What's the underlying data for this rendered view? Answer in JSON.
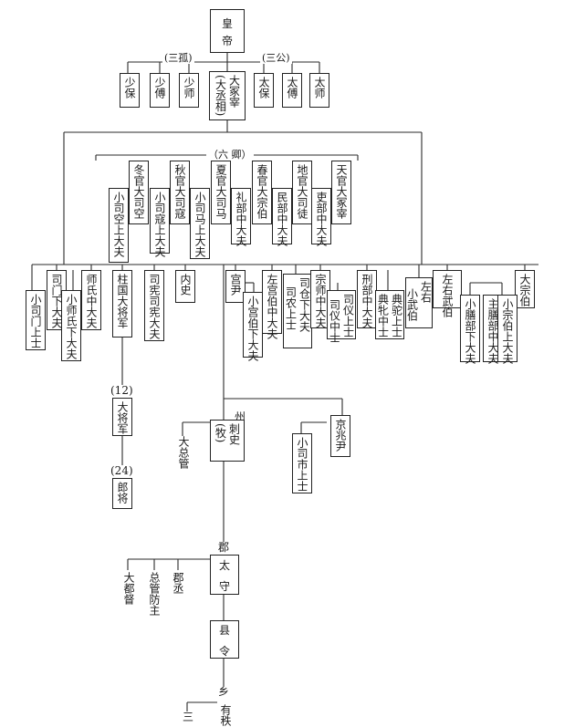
{
  "top": {
    "emperor": [
      "皇",
      "帝"
    ],
    "sangu_label": "(三孤)",
    "sangong_label": "(三公)",
    "shaobao": "少保",
    "shaofu": "少傅",
    "shaoshi": "少师",
    "dazhongzai": [
      "大冢宰",
      "(大丞相)"
    ],
    "taibao": "太保",
    "taifu": "太傅",
    "taishi": "太师"
  },
  "liuqing": {
    "label": "（六 卿）",
    "dongguan": [
      "冬官大司空"
    ],
    "qiuguan": [
      "秋官大司寇"
    ],
    "xiaguan": [
      "夏官大司马"
    ],
    "chunguan": [
      "春官大宗伯"
    ],
    "diguan": [
      "地官大司徒"
    ],
    "tianguan": [
      "天官大冢宰"
    ],
    "xiaosikong": [
      "小司空上大夫"
    ],
    "xiaosikou": [
      "小司寇上大夫"
    ],
    "xiaosima": [
      "小司马上大夫"
    ],
    "libu": [
      "礼部中大夫"
    ],
    "minbu": [
      "民部中大夫"
    ],
    "libu2": [
      "吏部中大夫"
    ]
  },
  "row3": {
    "simen": [
      "司门下大夫"
    ],
    "xiaosimen": [
      "小司门上士"
    ],
    "shishi": [
      "师氏中大夫"
    ],
    "xiaoshishi": [
      "小师氏下大夫"
    ],
    "zhuguo": [
      "柱国大将军"
    ],
    "sixian": [
      "司宪司宪大夫"
    ],
    "neishi": [
      "内史"
    ],
    "gongyin": [
      "宫尹"
    ],
    "xiaogongbo": [
      "小宫伯下大夫"
    ],
    "zuogongbo": [
      "左宫伯中大夫"
    ],
    "sicang": [
      "司仓下大夫",
      "司农上士"
    ],
    "zongshi": [
      "宗师中大夫"
    ],
    "siyi": [
      "司仪上士",
      "司仪中士"
    ],
    "xingbu": [
      "刑部中大夫"
    ],
    "dianmu": [
      "典驼上士",
      "典牝中士"
    ],
    "zuoyou_xiaowubo": [
      "左右",
      "小武伯"
    ],
    "zuoyou_wubo": [
      "左右武伯"
    ],
    "xiaoshan": [
      "小膳部下大夫"
    ],
    "zhushan": [
      "主膳部中大夫"
    ],
    "dazongbo": [
      "大宗伯"
    ],
    "xiaozongbo": [
      "小宗伯上大夫"
    ]
  },
  "military": {
    "n12": "(12)",
    "dajiangjun": [
      "大将军"
    ],
    "n24": "(24)",
    "langjiang": [
      "郎将"
    ]
  },
  "local": {
    "zhou": "州",
    "cishi": [
      "刺史",
      "(牧)"
    ],
    "dazongguan": [
      "大总管"
    ],
    "jingzhaoyin": [
      "京兆尹"
    ],
    "xiaoshishi2": [
      "小司市上士"
    ],
    "jun": "郡",
    "taishou": [
      "太",
      "守"
    ],
    "dadudu": [
      "大都督"
    ],
    "zongguanfangzhu": [
      "总管防主"
    ],
    "juncheng": [
      "郡丞"
    ],
    "xianling": [
      "县",
      "令"
    ],
    "xiang": "乡",
    "san": "三",
    "youzhi": [
      "有秩"
    ]
  }
}
